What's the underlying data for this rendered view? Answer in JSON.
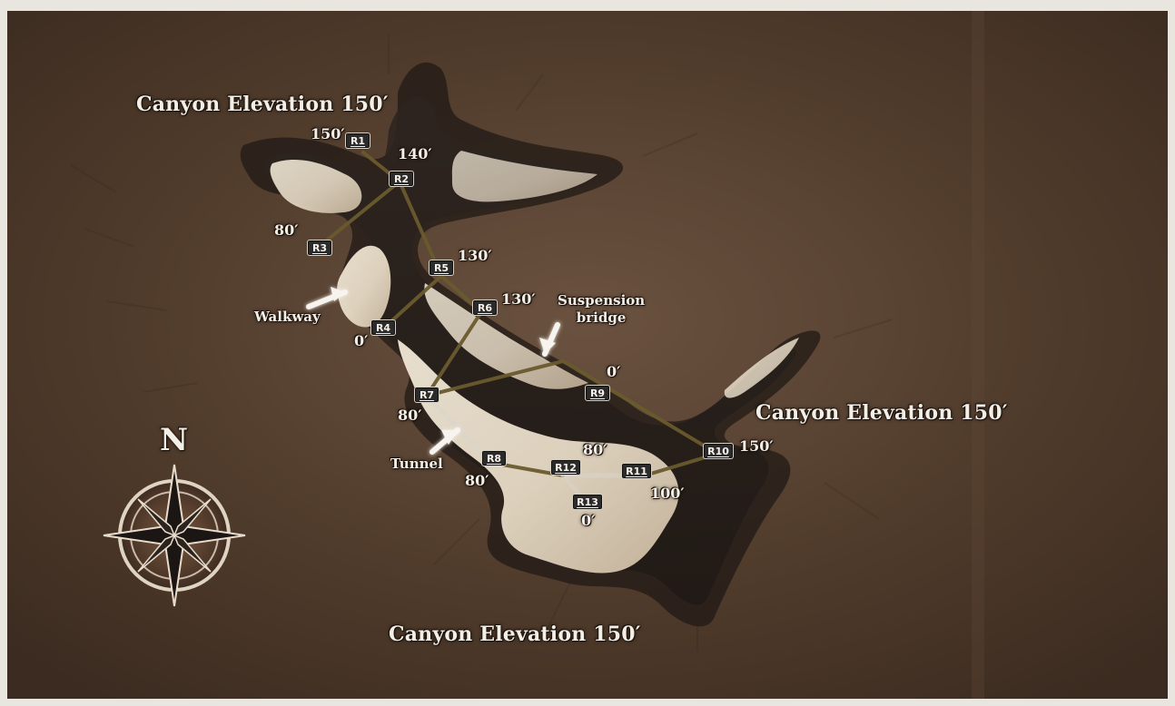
{
  "map": {
    "regions": {
      "canyon_tl": "Canyon Elevation 150′",
      "canyon_right": "Canyon Elevation 150′",
      "canyon_bottom": "Canyon Elevation 150′"
    },
    "notes": {
      "suspension_bridge_line1": "Suspension",
      "suspension_bridge_line2": "bridge",
      "walkway": "Walkway",
      "tunnel": "Tunnel"
    },
    "compass": {
      "north": "N"
    },
    "markers": {
      "r1": "R1",
      "r2": "R2",
      "r3": "R3",
      "r4": "R4",
      "r5": "R5",
      "r6": "R6",
      "r7": "R7",
      "r8": "R8",
      "r9": "R9",
      "r10": "R10",
      "r11": "R11",
      "r12": "R12",
      "r13": "R13"
    },
    "elevations": {
      "r1": "150′",
      "r2": "140′",
      "r3": "80′",
      "r4": "0′",
      "r5": "130′",
      "r6": "130′",
      "r7": "80′",
      "r8": "80′",
      "r9": "0′",
      "r10": "150′",
      "r11": "100′",
      "r12": "80′",
      "r13": "0′"
    }
  }
}
